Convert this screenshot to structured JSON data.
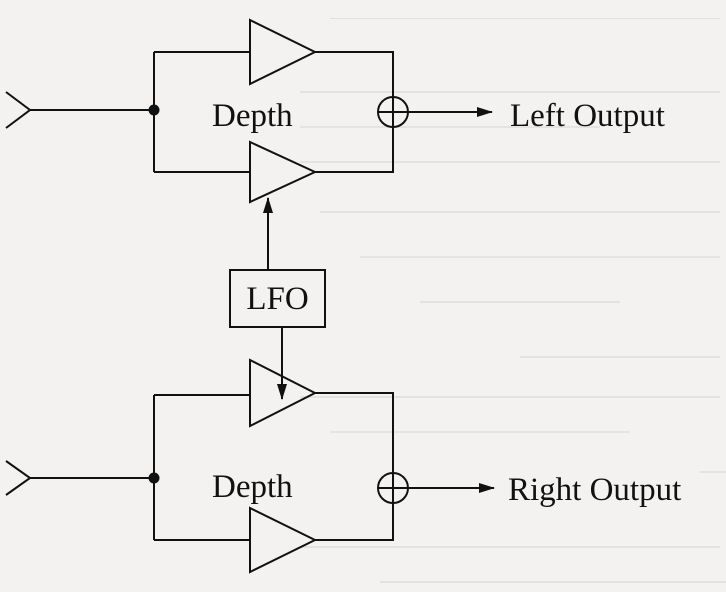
{
  "diagram": {
    "labels": {
      "depth_top": "Depth",
      "left_output": "Left Output",
      "lfo": "LFO",
      "depth_bottom": "Depth",
      "right_output": "Right Output"
    },
    "colors": {
      "ink": "#111111",
      "paper": "#f3f2f0",
      "bleed_text": "#dcdad6"
    }
  }
}
